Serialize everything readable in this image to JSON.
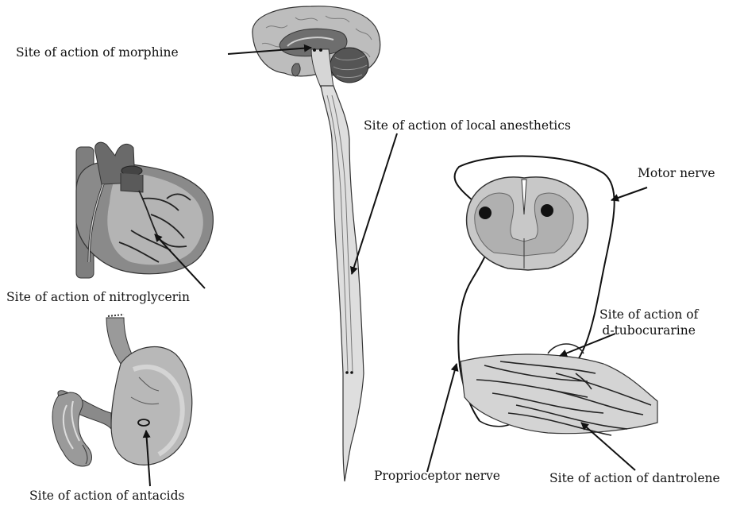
{
  "labels": {
    "morphine": "Site of action of morphine",
    "local_anesthetics": "Site of action of local anesthetics",
    "motor_nerve": "Motor nerve",
    "nitroglycerin": "Site of action of nitroglycerin",
    "tubocurarine_line1": "Site of action of",
    "tubocurarine_line2": "d-tubocurarine",
    "antacids": "Site of action of antacids",
    "proprioceptor_nerve": "Proprioceptor nerve",
    "dantrolene": "Site of action of dantrolene"
  },
  "colors": {
    "outline": "#111111",
    "tissue_light": "#cfcfcf",
    "tissue_mid": "#a9a9a9",
    "tissue_dark": "#6e6e6e",
    "tissue_darker": "#555555"
  }
}
